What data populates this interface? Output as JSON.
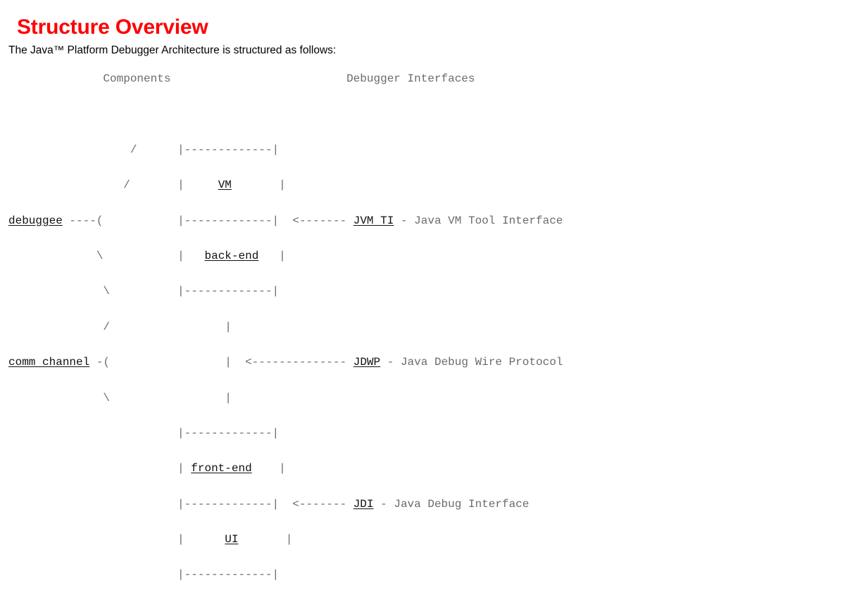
{
  "page": {
    "title": "Structure Overview",
    "subtitle": "The Java™ Platform Debugger Architecture is structured as follows:",
    "title_color": "#ff0000",
    "text_color": "#000000",
    "ascii_color": "#6b6b6b",
    "link_color": "#111111",
    "background": "#ffffff"
  },
  "diagram": {
    "columns": {
      "components_header": "Components",
      "interfaces_header": "Debugger Interfaces"
    },
    "components": [
      {
        "label": "debuggee",
        "connector": "----("
      },
      {
        "label": "comm channel",
        "connector": "-("
      }
    ],
    "boxes": [
      {
        "name": "vm-backend-box",
        "cells": [
          "VM",
          "back-end"
        ]
      },
      {
        "name": "frontend-ui-box",
        "cells": [
          "front-end",
          "UI"
        ]
      }
    ],
    "interfaces": [
      {
        "arrow": "<-------",
        "link": "JVM TI",
        "dash": "-",
        "description": "Java VM Tool Interface"
      },
      {
        "arrow": "<--------------",
        "link": "JDWP",
        "dash": "-",
        "description": "Java Debug Wire Protocol"
      },
      {
        "arrow": "<-------",
        "link": "JDI",
        "dash": "-",
        "description": "Java Debug Interface"
      }
    ],
    "art": {
      "box_rule": "|-------------|",
      "box_side": "|",
      "branch_up": "/",
      "branch_down": "\\",
      "spine": "|"
    },
    "rows": [
      {
        "id": "r0-headers",
        "type": "headers"
      },
      {
        "id": "r1-blank",
        "type": "blank"
      },
      {
        "id": "r2-top-rule",
        "type": "art"
      },
      {
        "id": "r3-vm",
        "type": "cell"
      },
      {
        "id": "r4-debuggee",
        "type": "component"
      },
      {
        "id": "r5-backend",
        "type": "cell"
      },
      {
        "id": "r6-mid-rule",
        "type": "art"
      },
      {
        "id": "r7-spine",
        "type": "art"
      },
      {
        "id": "r8-commchannel",
        "type": "component"
      },
      {
        "id": "r9-spine",
        "type": "art"
      },
      {
        "id": "r10-rule",
        "type": "art"
      },
      {
        "id": "r11-frontend",
        "type": "cell"
      },
      {
        "id": "r12-rule",
        "type": "art"
      },
      {
        "id": "r13-ui",
        "type": "cell"
      },
      {
        "id": "r14-bottom-rule",
        "type": "art"
      }
    ],
    "text": {
      "header_line": "              Components                          Debugger Interfaces",
      "line_top_rule": "                  /      |-------------|",
      "line_vm_a": "                 /       |     ",
      "line_vm_b": "     ",
      "line_vm_c": "       |",
      "line_dbg_a": "debuggee ----(           |-------------|  <------- ",
      "line_dbg_b": " - Java VM Tool Interface",
      "line_be_a": "             \\           |   ",
      "line_be_b": "    ",
      "line_be_c": "  |",
      "line_berule": "              \\          |-------------|",
      "line_sp1": "              /                 |",
      "line_cc_a": "comm channel -(                 |  <-------------- ",
      "line_cc_b": " - Java Debug Wire Protocol",
      "line_sp2": "              \\                 |",
      "line_fe_rule": "                         |-------------|",
      "line_fe_a": "                         | ",
      "line_fe_b": "    |",
      "line_fe_rule2": "                         |-------------|  <------- ",
      "line_jdi_b": " - Java Debug Interface",
      "line_ui_a": "                         |      ",
      "line_ui_b": "       |",
      "line_bot_rule": "                         |-------------|"
    }
  }
}
